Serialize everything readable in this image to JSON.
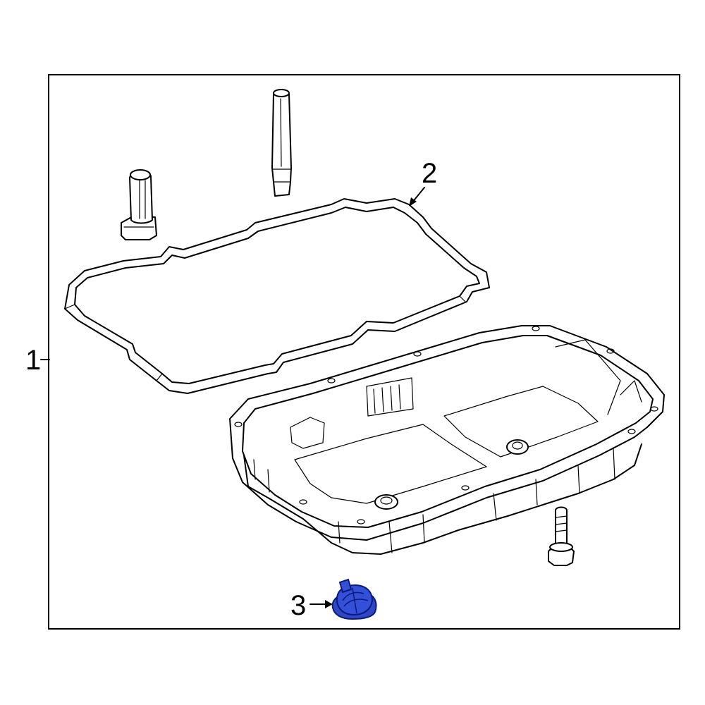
{
  "callouts": {
    "item_1": "1",
    "item_2": "2",
    "item_3": "3"
  },
  "colors": {
    "line": "#000000",
    "background": "#ffffff",
    "highlight_part": "#2f47c6",
    "highlight_outline": "#0a1a7a"
  }
}
